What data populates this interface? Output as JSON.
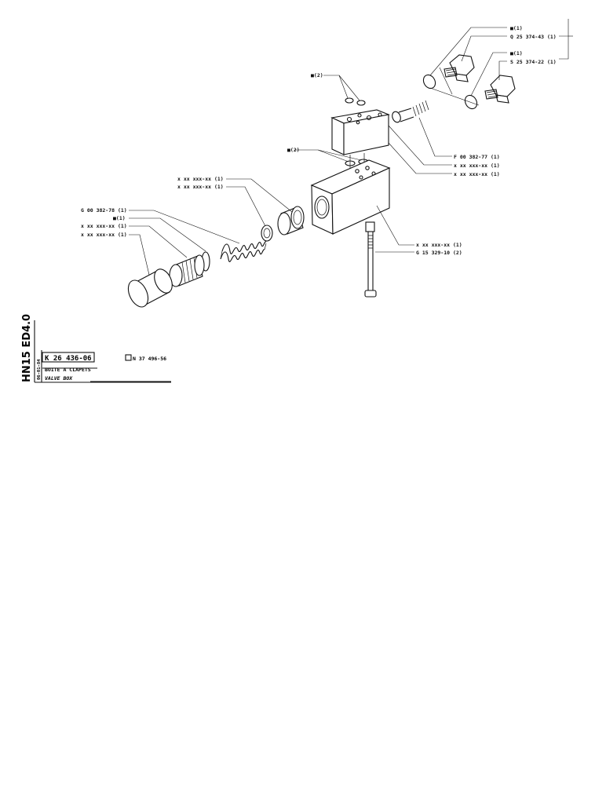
{
  "labels": {
    "seal_group_top": "■(2)",
    "seal_group_mid": "■(2)",
    "plug_a_seal": "■(1)",
    "plug_a_part": "Q 25 374-43 (1)",
    "plug_b_seal": "■(1)",
    "plug_b_part": "S 25 374-22 (1)",
    "pin_part": "F 00 382-77 (1)",
    "cover_part_1": "x xx xxx-xx (1)",
    "cover_part_2": "x xx xxx-xx (1)",
    "seat_part_1": "x xx xxx-xx (1)",
    "seat_part_2": "x xx xxx-xx (1)",
    "spring_part": "G 00 382-78 (1)",
    "plug_seal": "■(1)",
    "plug_part_1": "x xx xxx-xx (1)",
    "plug_part_2": "x xx xxx-xx (1)",
    "body_part": "x xx xxx-xx (1)",
    "bolt_part": "G 15 329-10 (2)"
  },
  "title_block": {
    "model": "HN15 ED4.0",
    "date": "06-01-84",
    "drawing_number": "K 26 436-06",
    "ref_number": "N 37 496-56",
    "title_fr": "BOITE A CLAPETS",
    "title_en": "VALVE BOX"
  }
}
